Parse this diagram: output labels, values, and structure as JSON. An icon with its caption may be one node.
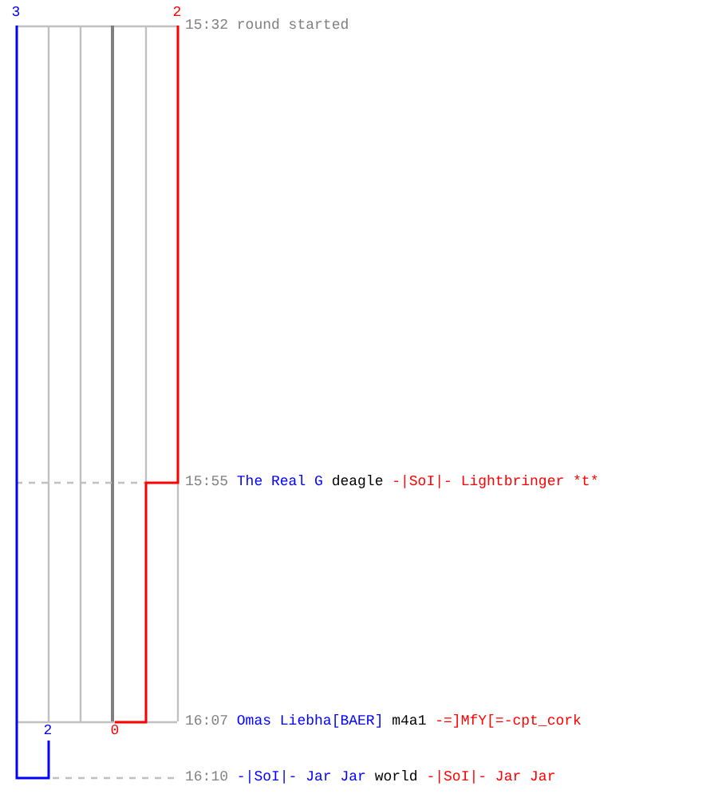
{
  "diagram": {
    "labels": [
      "3",
      "2",
      "15:32 round started",
      "15:55",
      "The Real G",
      "deagle",
      "-|SoI|- Lightbringer *t*",
      "2",
      "0",
      "16:07",
      "Omas Liebha[BAER]",
      "m4a1",
      "-=]MfY[=-cpt_cork",
      "16:10",
      "-|SoI|- Jar Jar",
      "world",
      "-|SoI|- Jar Jar"
    ]
  }
}
